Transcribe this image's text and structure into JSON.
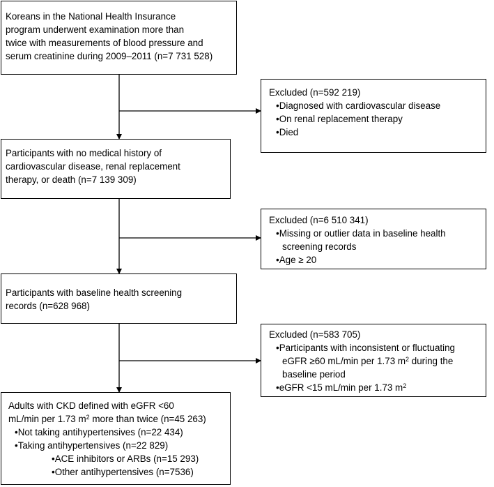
{
  "flow": {
    "box1": {
      "lines": [
        "Koreans in the National Health Insurance",
        "program underwent examination more than",
        "twice with measurements of blood pressure and",
        "serum creatinine during 2009–2011 (n=7 731 528)"
      ]
    },
    "excluded1": {
      "title": "Excluded (n=592 219)",
      "items": [
        "•Diagnosed with cardiovascular disease",
        "•On renal replacement therapy",
        "•Died"
      ]
    },
    "box2": {
      "lines": [
        "Participants with no medical history of",
        "cardiovascular disease, renal replacement",
        "therapy, or death (n=7 139 309)"
      ]
    },
    "excluded2": {
      "title": "Excluded (n=6 510 341)",
      "items": [
        "•Missing or outlier data in baseline health",
        "screening records",
        "•Age ≥ 20"
      ]
    },
    "box3": {
      "lines": [
        "Participants with baseline health screening",
        "records (n=628 968)"
      ]
    },
    "excluded3": {
      "title": "Excluded (n=583 705)",
      "item1_line1": "•Participants with inconsistent or fluctuating",
      "item1_line2_pre": "eGFR ≥60 mL/min per 1.73 m",
      "item1_line2_sup": "2",
      "item1_line2_post": " during the",
      "item1_line3": "baseline period",
      "item2_pre": "•eGFR <15 mL/min per 1.73 m",
      "item2_sup": "2"
    },
    "box4": {
      "line1": "Adults with CKD defined with eGFR <60",
      "line2_pre": "mL/min per 1.73 m",
      "line2_sup": "2",
      "line2_post": " more than twice (n=45 263)",
      "line3": "•Not taking antihypertensives (n=22 434)",
      "line4": "•Taking antihypertensives (n=22 829)",
      "line5": "•ACE inhibitors or ARBs (n=15 293)",
      "line6": "•Other antihypertensives (n=7536)"
    }
  }
}
